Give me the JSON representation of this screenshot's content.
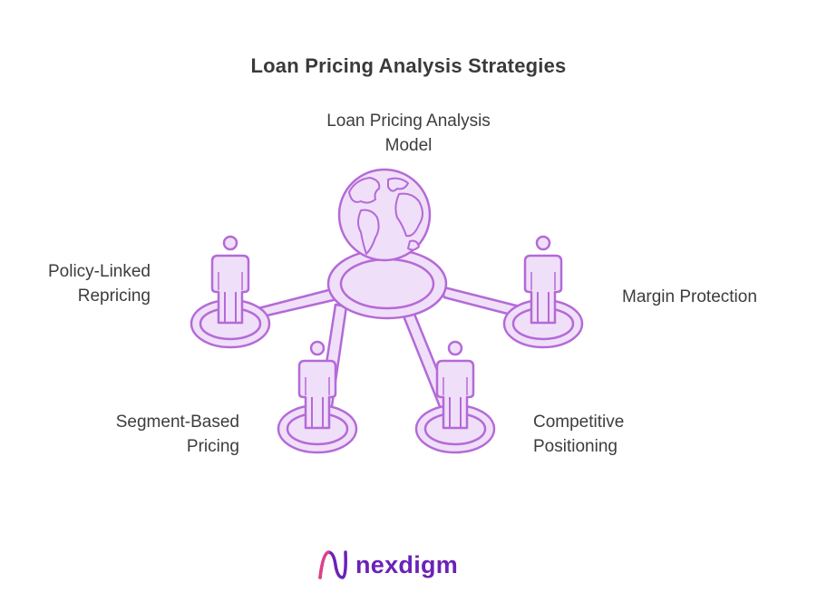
{
  "title": "Loan Pricing Analysis Strategies",
  "hub": {
    "line1": "Loan Pricing Analysis",
    "line2": "Model"
  },
  "nodes": {
    "policy_linked": {
      "line1": "Policy-Linked",
      "line2": "Repricing"
    },
    "margin_protection": {
      "line1": "Margin Protection"
    },
    "segment_based": {
      "line1": "Segment-Based",
      "line2": "Pricing"
    },
    "competitive": {
      "line1": "Competitive",
      "line2": "Positioning"
    }
  },
  "logo": {
    "text": "nexdigm"
  },
  "colors": {
    "fill": "#f0dff8",
    "stroke": "#b46ad8",
    "text": "#3d3d3d",
    "brand": "#6b22b8"
  },
  "icons": [
    "globe-icon",
    "person-icon"
  ]
}
